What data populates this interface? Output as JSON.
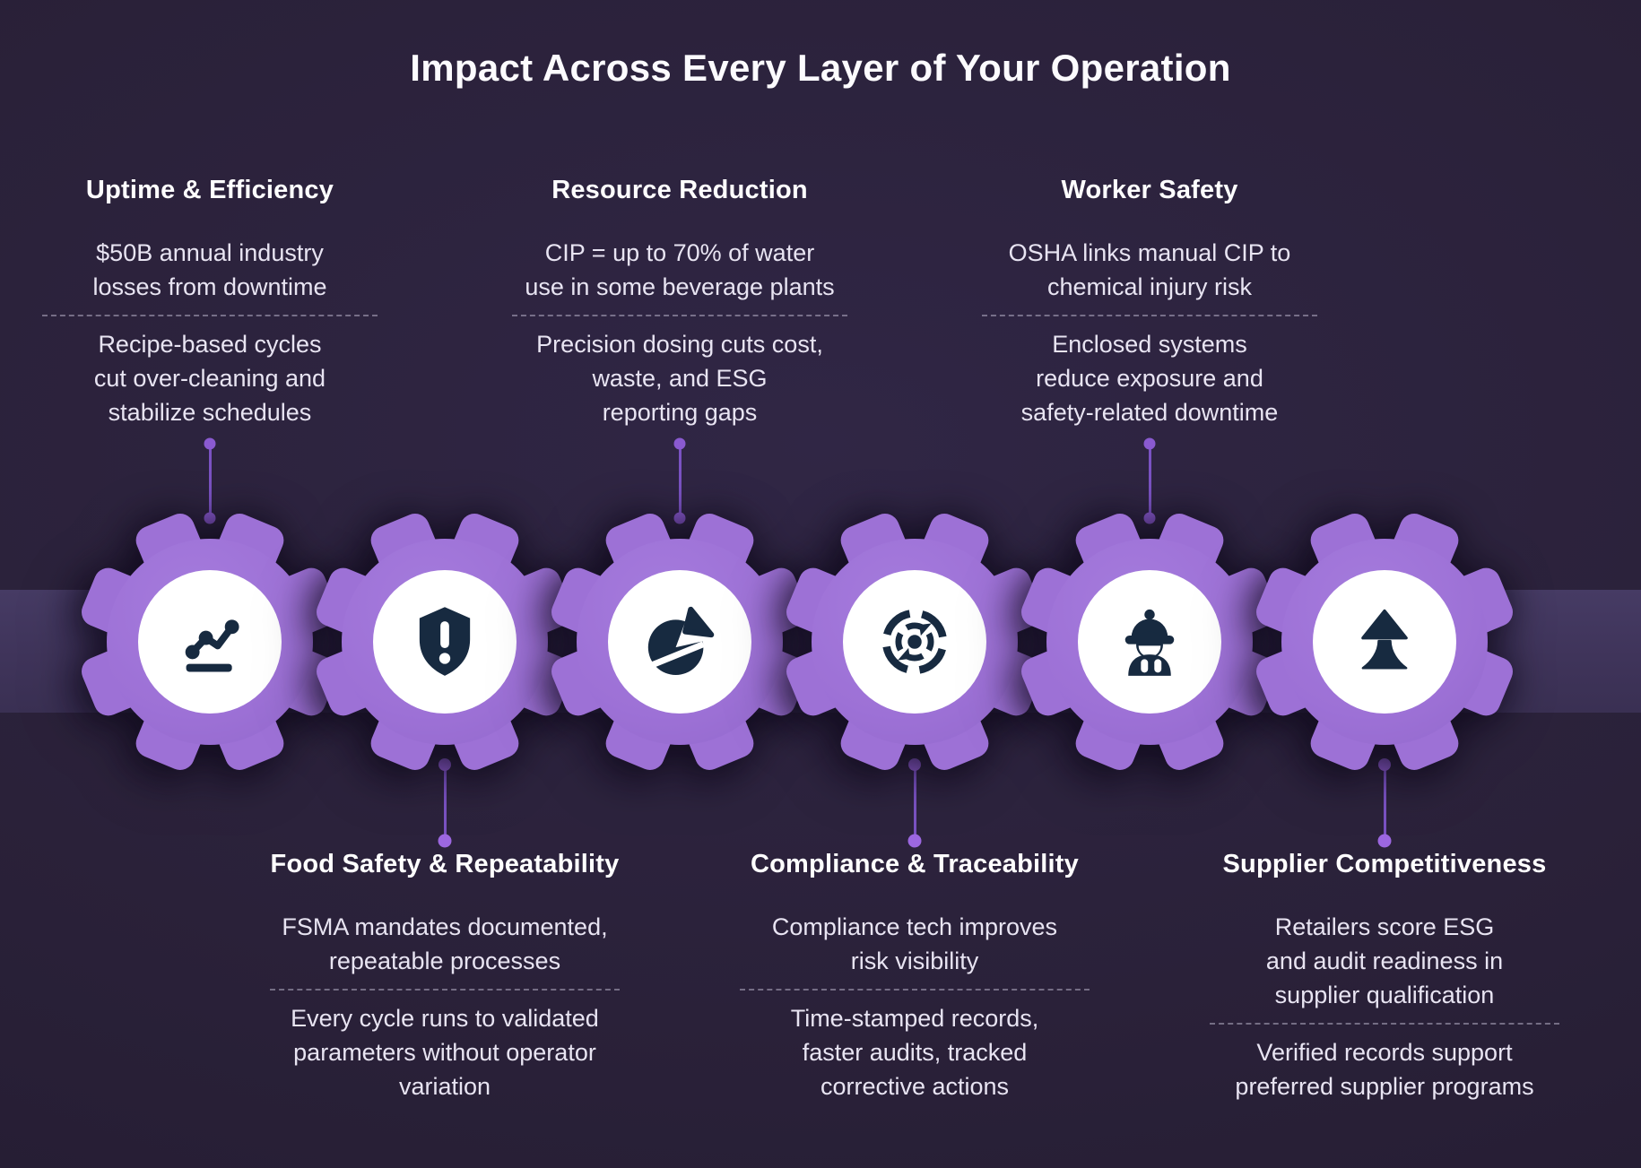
{
  "title": "Impact Across Every Layer of Your Operation",
  "colors": {
    "background": "#2a2139",
    "band": "#3f345a",
    "gear": "#9d71d6",
    "gear_center": "#ffffff",
    "icon": "#172a40",
    "connector": "#7a52c2",
    "heading_text": "#ffffff",
    "body_text": "#e8e4f2"
  },
  "top_sections": [
    {
      "heading": "Uptime & Efficiency",
      "stat": "$50B annual industry\nlosses from downtime",
      "detail": "Recipe-based cycles\ncut over-cleaning and\nstabilize schedules"
    },
    {
      "heading": "Resource Reduction",
      "stat": "CIP = up to 70% of water\nuse in some beverage plants",
      "detail": "Precision dosing cuts cost,\nwaste, and ESG\nreporting gaps"
    },
    {
      "heading": "Worker Safety",
      "stat": "OSHA links manual CIP to\nchemical injury risk",
      "detail": "Enclosed systems\nreduce exposure and\nsafety-related downtime"
    }
  ],
  "bottom_sections": [
    {
      "heading": "Food Safety & Repeatability",
      "stat": "FSMA mandates documented,\nrepeatable processes",
      "detail": "Every cycle runs to validated\nparameters without  operator\nvariation"
    },
    {
      "heading": "Compliance & Traceability",
      "stat": "Compliance tech improves\nrisk visibility",
      "detail": "Time-stamped records,\nfaster audits, tracked\ncorrective actions"
    },
    {
      "heading": "Supplier Competitiveness",
      "stat": "Retailers score ESG\nand audit readiness in\nsupplier qualification",
      "detail": "Verified records support\npreferred supplier programs"
    }
  ],
  "gears": [
    {
      "icon": "trend-chart-icon"
    },
    {
      "icon": "shield-alert-icon"
    },
    {
      "icon": "pie-chart-icon"
    },
    {
      "icon": "radar-target-icon"
    },
    {
      "icon": "worker-icon"
    },
    {
      "icon": "growth-arrow-icon"
    }
  ]
}
